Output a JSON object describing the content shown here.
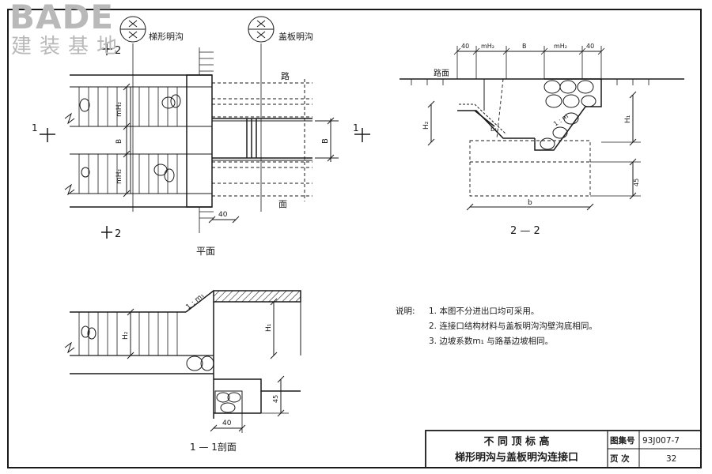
{
  "watermark": {
    "brand": "BADE",
    "subtitle": "建装基地"
  },
  "section_markers": {
    "one": "1",
    "two": "2"
  },
  "channels": {
    "trapezoid_label": "梯形明沟",
    "covered_label": "盖板明沟"
  },
  "plan": {
    "title": "平面",
    "road_char_top": "路",
    "road_char_bottom": "面",
    "dim_mH2": "mH₂",
    "dim_B": "B",
    "dim_40": "40"
  },
  "section22": {
    "title": "2 — 2",
    "road_surface": "路面",
    "dims_top": [
      "40",
      "mH₂",
      "B",
      "mH₂",
      "40"
    ],
    "H2": "H₂",
    "H1": "H₁",
    "b1": "b₁",
    "slope": "1 : m",
    "b": "b",
    "dim_45": "45"
  },
  "section11": {
    "title": "1 — 1剖面",
    "slope": "1 : m₁",
    "H2": "H₂",
    "H1": "H₁",
    "dim_40": "40",
    "dim_45": "45"
  },
  "notes": {
    "label": "说明:",
    "items": [
      "1.  本图不分进出口均可采用。",
      "2.  连接口结构材料与盖板明沟沟壁沟底相同。",
      "3.  边坡系数m₁ 与路基边坡相同。"
    ]
  },
  "title_block": {
    "line1": "不 同 顶 标 高",
    "line2": "梯形明沟与盖板明沟连接口",
    "atlas_label": "图集号",
    "atlas_value": "93J007-7",
    "page_label": "页  次",
    "page_value": "32"
  }
}
